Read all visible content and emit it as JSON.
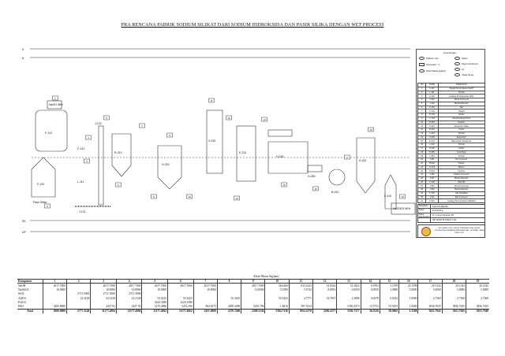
{
  "title": {
    "main": "PRA RENCANA PABRIK SODIUM SILIKAT DARI SODIUM HIDROKSIDA DAN PASIR SILIKA DENGAN ",
    "italic": "WET PROCESS"
  },
  "diagram": {
    "feed_naoh": "NaOH 48%",
    "feed_sand": "Pasir Silika",
    "product": "Na2SiO3 96%",
    "utility_lines": [
      "S",
      "A",
      "SK",
      "UP"
    ],
    "equipment_labels": [
      "F-110",
      "F-120",
      "J-121",
      "J-122",
      "F-131",
      "L-111",
      "R-210",
      "H-220",
      "V-230",
      "E-231",
      "H-240",
      "H-250",
      "B-310",
      "H-321",
      "F-410"
    ],
    "stream_numbers": [
      "1",
      "2",
      "3",
      "4",
      "5",
      "6",
      "7",
      "8",
      "9",
      "10",
      "11",
      "12",
      "13",
      "14",
      "15",
      "16",
      "17",
      "18",
      "19"
    ]
  },
  "legend": {
    "heading": "Keterangan :",
    "symbols_left": [
      "Tekanan, atm",
      "Temperatur, °C",
      "Aliran Massa (kg/jam)"
    ],
    "symbols_right": [
      "Steam",
      "Steam Kondensat",
      "Air",
      "Udara Panas"
    ],
    "columns": [
      "NO",
      "KODE",
      "NAMA ALAT"
    ],
    "equipment": [
      [
        "1",
        "F-110",
        "Tangki Penyimpanan NaOH"
      ],
      [
        "2",
        "L-111",
        "Pompa"
      ],
      [
        "3",
        "F-120",
        "Gudang Penyimpanan SiO2"
      ],
      [
        "4",
        "J-121",
        "Screw Conveyor"
      ],
      [
        "5",
        "J-122",
        "Bucket Elevator"
      ],
      [
        "6",
        "F-130",
        "Silo"
      ],
      [
        "7",
        "F-131",
        "Hopper"
      ],
      [
        "8",
        "E-132",
        "Heater"
      ],
      [
        "9",
        "L-133",
        "Reciprocating Pump"
      ],
      [
        "10",
        "R-210",
        "Reaktor"
      ],
      [
        "11",
        "K-211",
        "Expansion Valve"
      ],
      [
        "12",
        "E-212",
        "Cooler"
      ],
      [
        "13",
        "L-213",
        "Pompa"
      ],
      [
        "14",
        "V-230",
        "Evaporator"
      ],
      [
        "15",
        "E-231",
        "Barometric Kondensor"
      ],
      [
        "16",
        "L-232",
        "Pompa"
      ],
      [
        "17",
        "H-240",
        "Settler"
      ],
      [
        "18",
        "H-250",
        "Centrifuge"
      ],
      [
        "19",
        "L-251",
        "Pompa"
      ],
      [
        "20",
        "J-311",
        "Dry Conveyor"
      ],
      [
        "21",
        "B-310",
        "Heater"
      ],
      [
        "22",
        "G-312",
        "Blower"
      ],
      [
        "23",
        "H-321",
        "Cyclone"
      ],
      [
        "24",
        "J-326",
        "Cooling Conveyor"
      ],
      [
        "25",
        "J-327",
        "Bucket Elevator"
      ],
      [
        "26",
        "C-330",
        "Ball Mill"
      ],
      [
        "27",
        "J-331",
        "Screw Conveyor"
      ],
      [
        "28",
        "J-332",
        "Bucket Elevator"
      ],
      [
        "29",
        "F-333",
        "Silo Na Silikat"
      ],
      [
        "30",
        "J-411",
        "Belt Conveyor"
      ],
      [
        "31",
        "F-410",
        "Gudang Penyimpanan Na2SiO3"
      ]
    ],
    "title_block": [
      [
        "Dikerjakan",
        "Fara Arini Rijandia"
      ],
      [
        "Dosen",
        "Pembimbing"
      ],
      [
        "Dosen Pembimbing",
        "Dr. Ir. Novel Karaman, MT"
      ],
      [
        "",
        "NIP 19630718 199103 1 001"
      ]
    ],
    "institution": "PROGRAM STUDI TEKNIK KIMIA FAKULTAS TEKNIK UNIVERSITAS PEMBANGUNAN NASIONAL \"VETERAN\" JAWA TIMUR 2021"
  },
  "flow_table": {
    "caption": "Aliran Massa (kg/jam)",
    "component_header": "Komponen",
    "streams": [
      "1",
      "2",
      "3",
      "4",
      "5",
      "6",
      "7",
      "8",
      "9",
      "10",
      "11",
      "12",
      "13",
      "14",
      "15",
      "16",
      "17",
      "18",
      "19"
    ],
    "rows": [
      {
        "name": "NaOH",
        "values": [
          "4017.7000",
          "",
          "4017.7000",
          "4017.7000",
          "4017.7000",
          "4017.7000",
          "4017.7000",
          "",
          "4017.7000",
          "36.6260",
          "813.4143",
          "33.0542",
          "51.2822",
          "0.1993",
          "3.1978",
          "20.1598",
          "20.1543",
          "20.1543",
          "20.1543"
        ]
      },
      {
        "name": "Na2SiO3",
        "values": [
          "10.0000",
          "",
          "10.0000",
          "10.0000",
          "10.0000",
          "",
          "10.0000",
          "",
          "10.0000",
          "5.5580",
          "5.5742",
          "8.8933",
          "0.0050",
          "0.0050",
          "1.0000",
          "5.0000",
          "5.0000",
          "5.0000",
          "5.0000"
        ]
      },
      {
        "name": "SiO2",
        "values": [
          "",
          "2711.5000",
          "2711.5000",
          "2711.5000",
          "",
          "",
          "",
          "",
          "",
          "",
          "",
          "",
          "",
          "",
          "",
          "",
          "",
          "",
          ""
        ]
      },
      {
        "name": "Al2O3",
        "values": [
          "",
          "23.3128",
          "23.3128",
          "23.3128",
          "53.5425",
          "55.3425",
          "",
          "55.3425",
          "",
          "55.3425",
          "2.7771",
          "52.7657",
          "2.2896",
          "0.0278",
          "0.0232",
          "1.0000",
          "2.7369",
          "2.7369",
          "2.7369"
        ]
      },
      {
        "name": "Fe2O3",
        "values": [
          "",
          "",
          "",
          "",
          "3224.3386",
          "3224.3386",
          "",
          "",
          "",
          "",
          "",
          "",
          "",
          "",
          "",
          "",
          "",
          "",
          ""
        ]
      },
      {
        "name": "H2O",
        "values": [
          "5483.8000",
          "",
          "4437.92",
          "4437.92",
          "3170.4986",
          "3474.396",
          "964.6373",
          "4289.3490",
          "5355.796",
          "1.4816",
          "997.5414",
          "",
          "5383.4373",
          "13.5733",
          "53.9255",
          "1.0000",
          "3836.7655",
          "3836.7655",
          "3836.7655"
        ]
      },
      {
        "name": "Total",
        "values": [
          "5000.0000",
          "2777.2148",
          "11177.4994",
          "11177.4994",
          "11177.4962",
          "11177.4962",
          "2451.0000",
          "2270.7400",
          "2209.5336",
          "5304.7336",
          "5052.2570",
          "2206.4377",
          "5593.7377",
          "36.5526",
          "58.9665",
          "1.5568",
          "5651.7945",
          "5651.7945",
          "5651.7948"
        ]
      }
    ]
  }
}
